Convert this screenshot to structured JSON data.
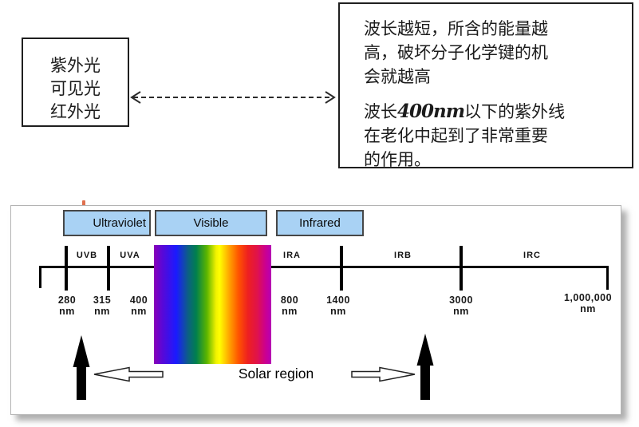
{
  "light_types_box": {
    "lines": [
      "紫外光",
      "可见光",
      "红外光"
    ]
  },
  "note_box": {
    "p1_lines": [
      "波长越短，所含的能量越",
      "高，破坏分子化学键的机",
      "会就越高"
    ],
    "p2_prefix": "波长",
    "p2_highlight": "400nm",
    "p2_suffix": "以下的紫外线",
    "p2_lines": [
      "在老化中起到了非常重要",
      "的作用。"
    ]
  },
  "spectrum": {
    "region_boxes": [
      {
        "label": "Ultraviolet"
      },
      {
        "label": "Visible"
      },
      {
        "label": "Infrared"
      }
    ],
    "band_labels": [
      {
        "label": "UVB"
      },
      {
        "label": "UVA"
      },
      {
        "label": "IRA"
      },
      {
        "label": "IRB"
      },
      {
        "label": "IRC"
      }
    ],
    "ticks": [
      {
        "value": "280",
        "unit": "nm"
      },
      {
        "value": "315",
        "unit": "nm"
      },
      {
        "value": "400",
        "unit": "nm"
      },
      {
        "value": "800",
        "unit": "nm"
      },
      {
        "value": "1400",
        "unit": "nm"
      },
      {
        "value": "3000",
        "unit": "nm"
      },
      {
        "value": "1,000,000",
        "unit": "nm"
      }
    ],
    "solar_region_label": "Solar region",
    "colors": {
      "region_box_fill": "#a9d2f4",
      "region_box_border": "#474747",
      "axis_color": "#000000",
      "panel_border": "#b3b3b3",
      "stray_mark": "#e0714f",
      "spectrum_gradient": [
        "#8a00b8",
        "#1a1aff",
        "#00804d",
        "#ffff00",
        "#ffa600",
        "#ee2020",
        "#b400b4"
      ]
    }
  }
}
